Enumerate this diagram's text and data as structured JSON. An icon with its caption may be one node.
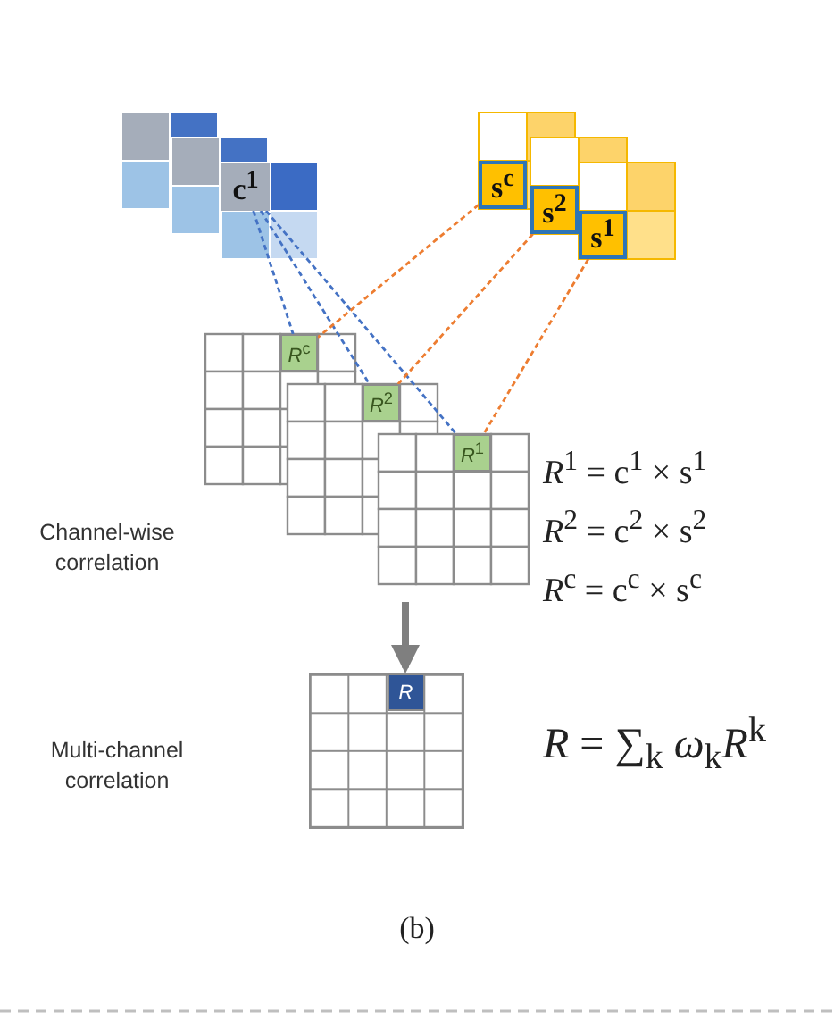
{
  "diagram": {
    "caption": "(b)",
    "nodes": [
      {
        "text": [
          "c$^{1}$"
        ]
      },
      {
        "text": [
          "s$^{c}$"
        ]
      },
      {
        "text": [
          "s$^{2}$"
        ]
      },
      {
        "text": [
          "s$^{1}$"
        ]
      },
      {
        "text": [
          "*R*$^{c}$"
        ]
      },
      {
        "text": [
          "*R*$^{2}$"
        ]
      },
      {
        "text": [
          "*R*$^{1}$"
        ]
      },
      {
        "text": [],
        "shape": "box"
      },
      {
        "text": [
          "*R*"
        ],
        "in": 7
      }
    ],
    "edges": [
      {
        "from": 0,
        "to": 4,
        "arrow": "none",
        "style": "dashed",
        "color": "#4472c4"
      },
      {
        "from": 0,
        "to": 5,
        "arrow": "none",
        "style": "dashed",
        "color": "#4472c4"
      },
      {
        "from": 0,
        "to": 6,
        "arrow": "none",
        "style": "dashed",
        "color": "#4472c4"
      },
      {
        "from": 1,
        "to": 4,
        "arrow": "none",
        "style": "dashed",
        "color": "#ed7d31"
      },
      {
        "from": 2,
        "to": 5,
        "arrow": "none",
        "style": "dashed",
        "color": "#ed7d31"
      },
      {
        "from": 3,
        "to": 6,
        "arrow": "none",
        "style": "dashed",
        "color": "#ed7d31"
      },
      {
        "from": null,
        "to": 7,
        "arrow": "to",
        "style": "thick",
        "color": "#7f7f7f"
      }
    ],
    "labels": [
      "*R*$^{1}$ = c$^{1}$ × s$^{1}$",
      "*R*$^{2}$ = c$^{2}$ × s$^{2}$",
      "*R*$^{c}$ = c$^{c}$ × s$^{c}$",
      "Channel-wise correlation",
      "Multi-channel correlation",
      "*R* = ∑$_{k}$ *ω*$_{k}$*R*$^{k}$"
    ]
  }
}
